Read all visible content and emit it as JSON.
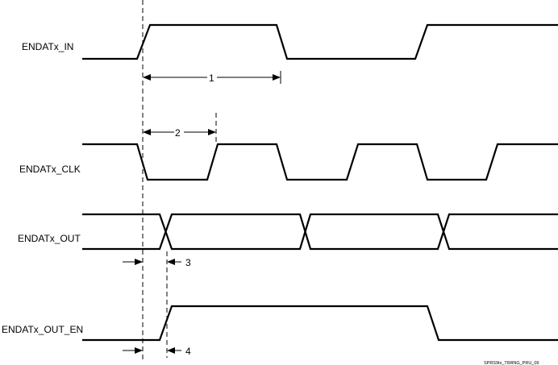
{
  "signals": {
    "in": "ENDATx_IN",
    "clk": "ENDATx_CLK",
    "out": "ENDATx_OUT",
    "out_en": "ENDATx_OUT_EN"
  },
  "parameters": {
    "p1": "1",
    "p2": "2",
    "p3": "3",
    "p4": "4"
  },
  "figure_id": "SPRS9tx_TIMING_PRU_09"
}
